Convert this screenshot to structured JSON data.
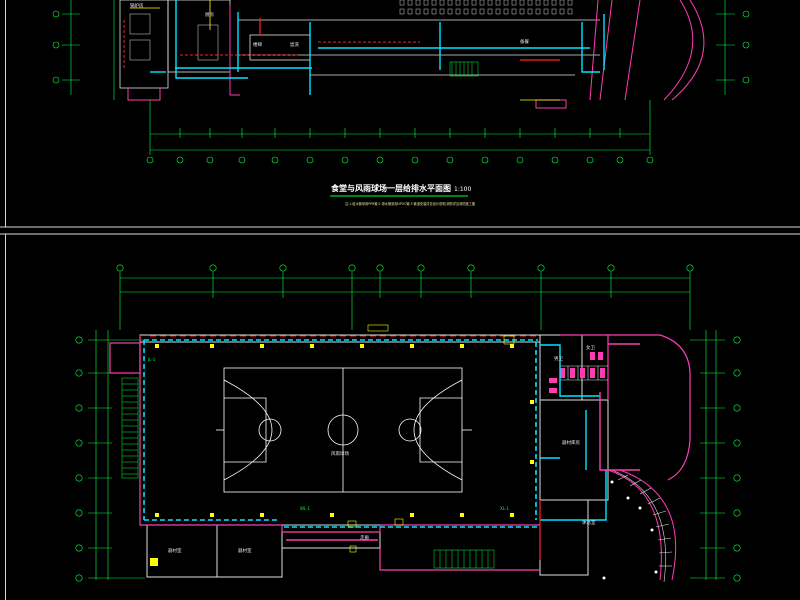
{
  "title": "食堂与风雨球场一层给排水平面图",
  "scale": "1:100",
  "note": "注:1.给水管采用PPR管;2.排水管采用UPVC管;3.管道安装详见设计说明,消防详见消防施工图",
  "rooms": {
    "stair_top": "楼梯",
    "court": "风雨球场",
    "toilet_m": "男卫",
    "toilet_w": "女卫",
    "equipment": "器材库房",
    "storage1": "器材室",
    "storage2": "器材室",
    "corridor": "走廊",
    "lounge": "休息室",
    "wash": "盥洗",
    "kitchen": "厨房",
    "boiler": "锅炉房",
    "prep": "备餐"
  },
  "pipe_tags": {
    "jl": "JL-1",
    "wl": "WL-1",
    "xl": "XL-1"
  },
  "colors": {
    "background": "#000000",
    "axis": "#00ff3c",
    "wall": "#ff3cb4",
    "water_supply": "#00e6ff",
    "drain": "#ffff00",
    "fire": "#ff2020",
    "text": "#ffffff"
  }
}
